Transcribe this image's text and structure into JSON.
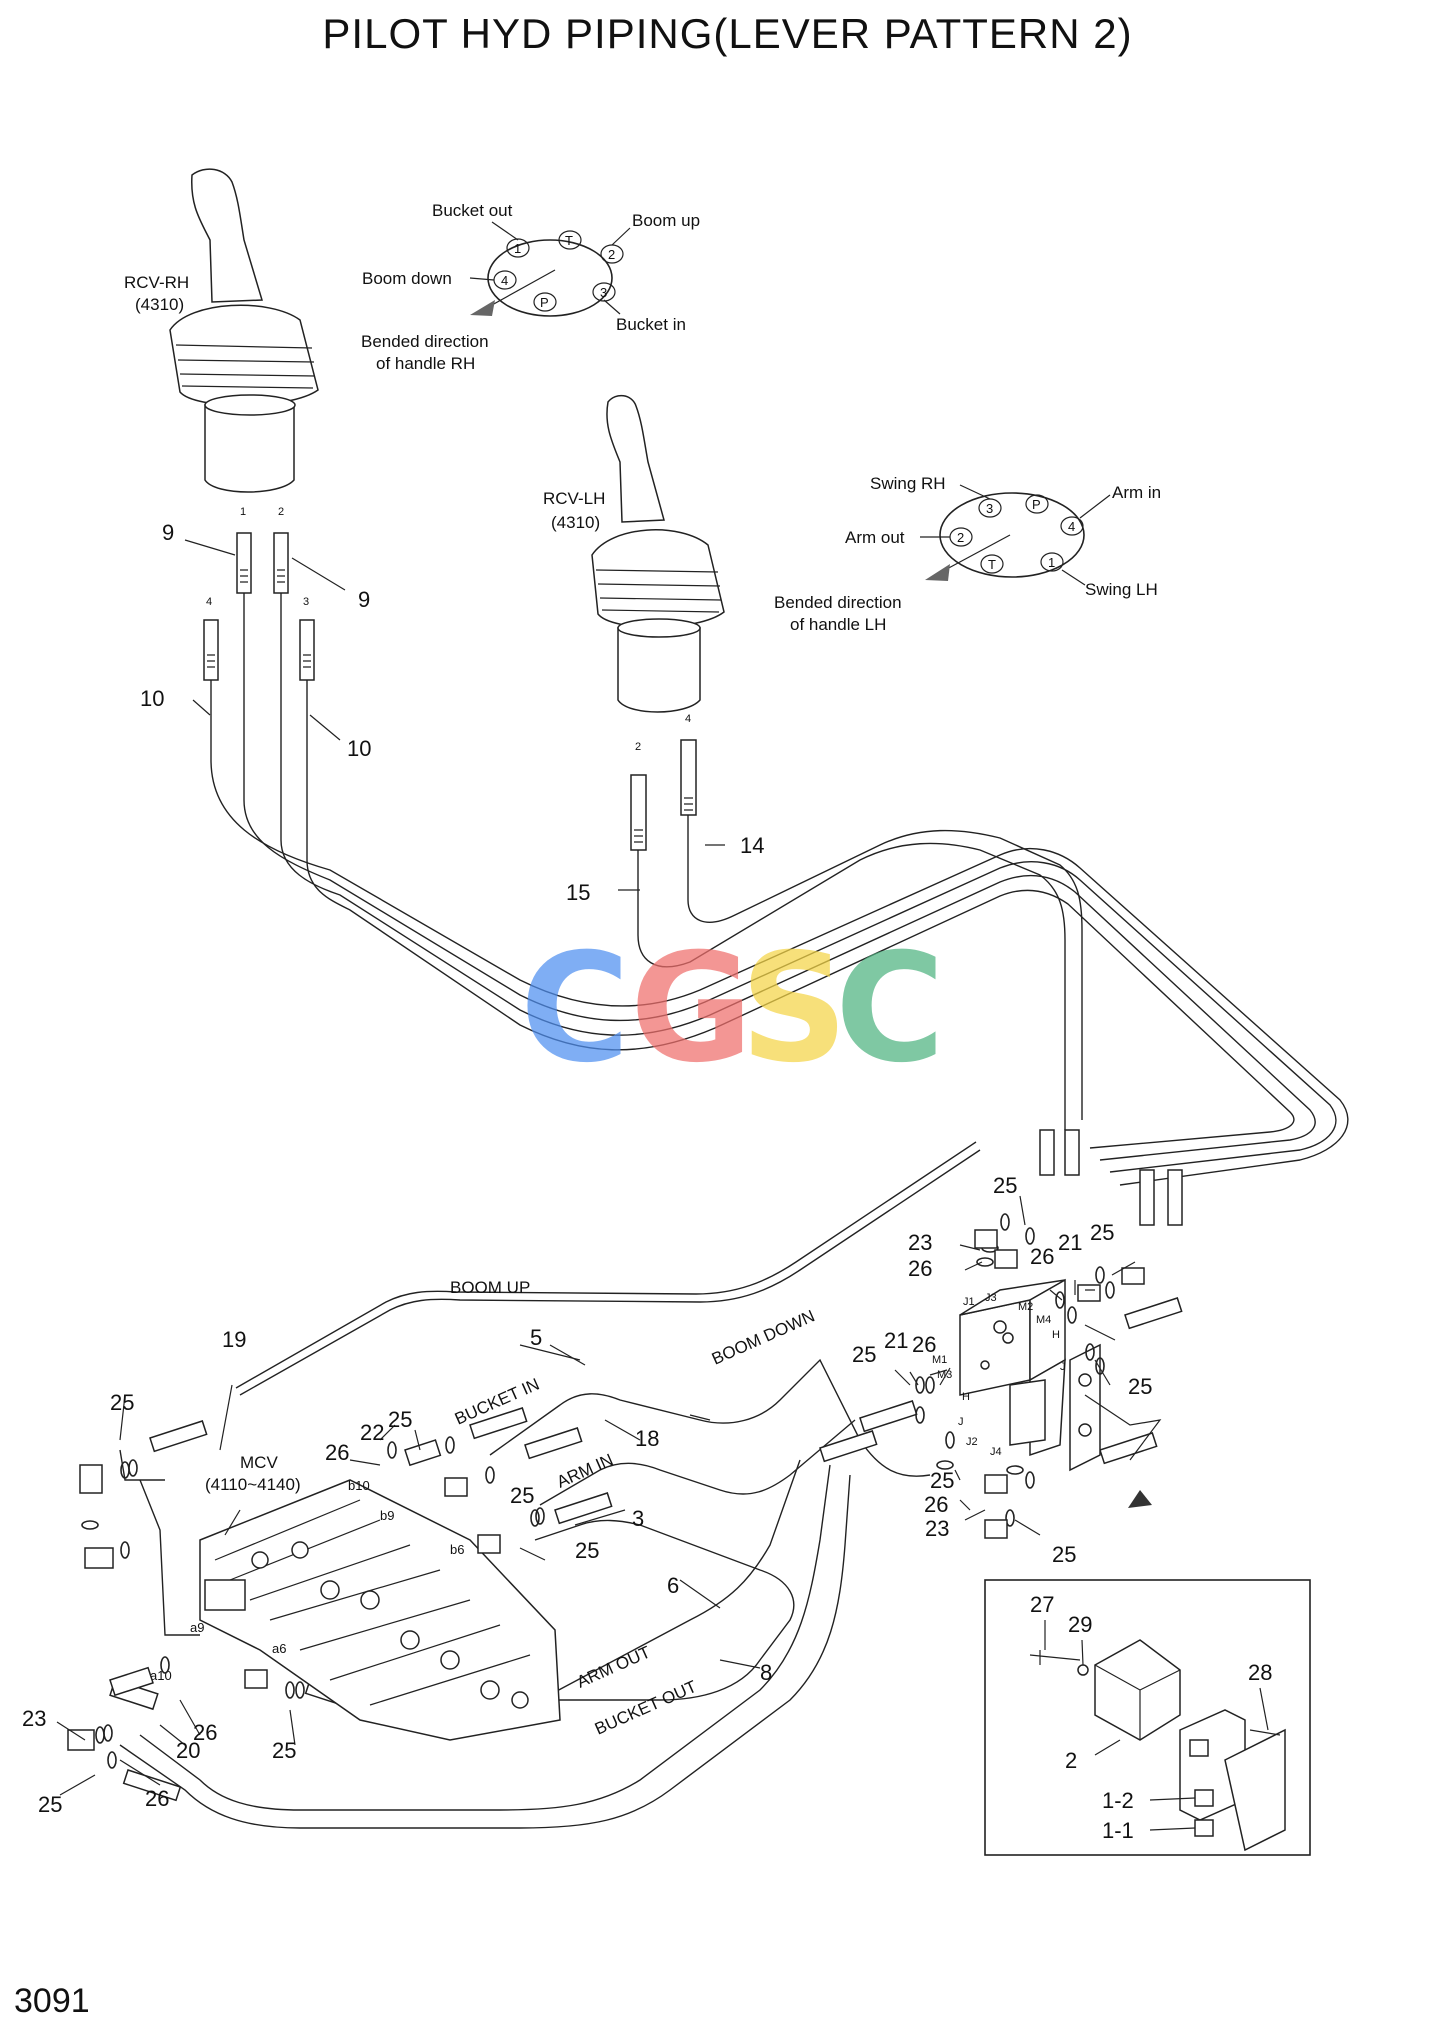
{
  "title": "PILOT HYD PIPING(LEVER PATTERN 2)",
  "page_number": "3091",
  "watermark": {
    "letters": [
      "C",
      "G",
      "S",
      "C"
    ],
    "colors": [
      "#4f8ff0",
      "#ef6f6c",
      "#f5d547",
      "#4fb381"
    ]
  },
  "rcv_rh": {
    "name": "RCV-RH",
    "code": "(4310)"
  },
  "rcv_lh": {
    "name": "RCV-LH",
    "code": "(4310)"
  },
  "port_diagram_rh": {
    "ports": [
      "1",
      "T",
      "2",
      "3",
      "P",
      "4"
    ],
    "labels": {
      "bucket_out": "Bucket out",
      "boom_up": "Boom up",
      "boom_down": "Boom down",
      "bucket_in": "Bucket in",
      "bended_1": "Bended direction",
      "bended_2": "of handle RH"
    }
  },
  "port_diagram_lh": {
    "ports": [
      "3",
      "P",
      "4",
      "1",
      "T",
      "2"
    ],
    "labels": {
      "swing_rh": "Swing RH",
      "arm_in": "Arm in",
      "arm_out": "Arm out",
      "swing_lh": "Swing LH",
      "bended_1": "Bended direction",
      "bended_2": "of handle LH"
    }
  },
  "hose_labels": {
    "boom_up": "BOOM UP",
    "boom_down": "BOOM DOWN",
    "bucket_in": "BUCKET IN",
    "arm_in": "ARM IN",
    "arm_out": "ARM OUT",
    "bucket_out": "BUCKET OUT"
  },
  "mcv": {
    "name": "MCV",
    "code": "(4110~4140)"
  },
  "small_port_numbers": {
    "p1": "1",
    "p2": "2",
    "p3": "3",
    "p4": "4",
    "lh2": "2",
    "lh4": "4"
  },
  "mcv_ports": {
    "b10": "b10",
    "b9": "b9",
    "b6": "b6",
    "a9": "a9",
    "a10": "a10",
    "a6": "a6"
  },
  "block_ports": {
    "j1": "J1",
    "j3": "J3",
    "m2": "M2",
    "m4": "M4",
    "m1": "M1",
    "m3": "M3",
    "h1": "H",
    "h2": "H",
    "j": "J",
    "j2": "J2",
    "j4": "J4",
    "j_right": "J"
  },
  "callouts": {
    "n9a": "9",
    "n9b": "9",
    "n10a": "10",
    "n10b": "10",
    "n14": "14",
    "n15": "15",
    "n19": "19",
    "n5": "5",
    "n18": "18",
    "n3": "3",
    "n6": "6",
    "n8": "8",
    "n25_1": "25",
    "n25_2": "25",
    "n25_3": "25",
    "n25_4": "25",
    "n25_5": "25",
    "n25_6": "25",
    "n25_7": "25",
    "n25_8": "25",
    "n25_9": "25",
    "n25_10": "25",
    "n25_11": "25",
    "n25_12": "25",
    "n22": "22",
    "n26_1": "26",
    "n26_2": "26",
    "n26_3": "26",
    "n26_4": "26",
    "n26_5": "26",
    "n26_6": "26",
    "n23_1": "23",
    "n23_2": "23",
    "n23_3": "23",
    "n21_1": "21",
    "n21_2": "21",
    "n20": "20",
    "n27": "27",
    "n29": "29",
    "n28": "28",
    "n2": "2",
    "n1_2": "1-2",
    "n1_1": "1-1"
  }
}
